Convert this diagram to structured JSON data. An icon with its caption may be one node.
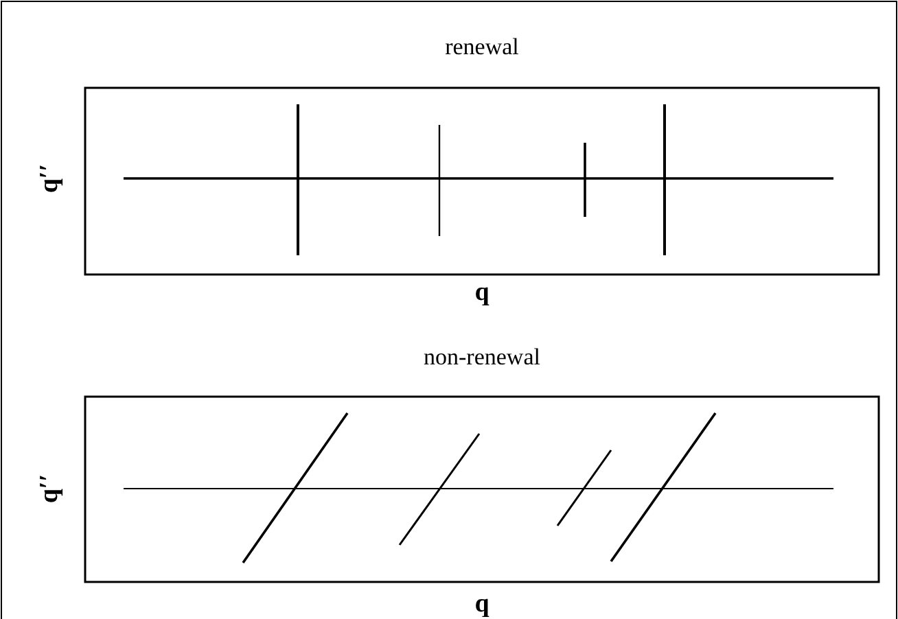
{
  "diagram": {
    "labels": [
      "renewal",
      "q′′",
      "q",
      "non-renewal",
      "q′′",
      "q"
    ]
  }
}
